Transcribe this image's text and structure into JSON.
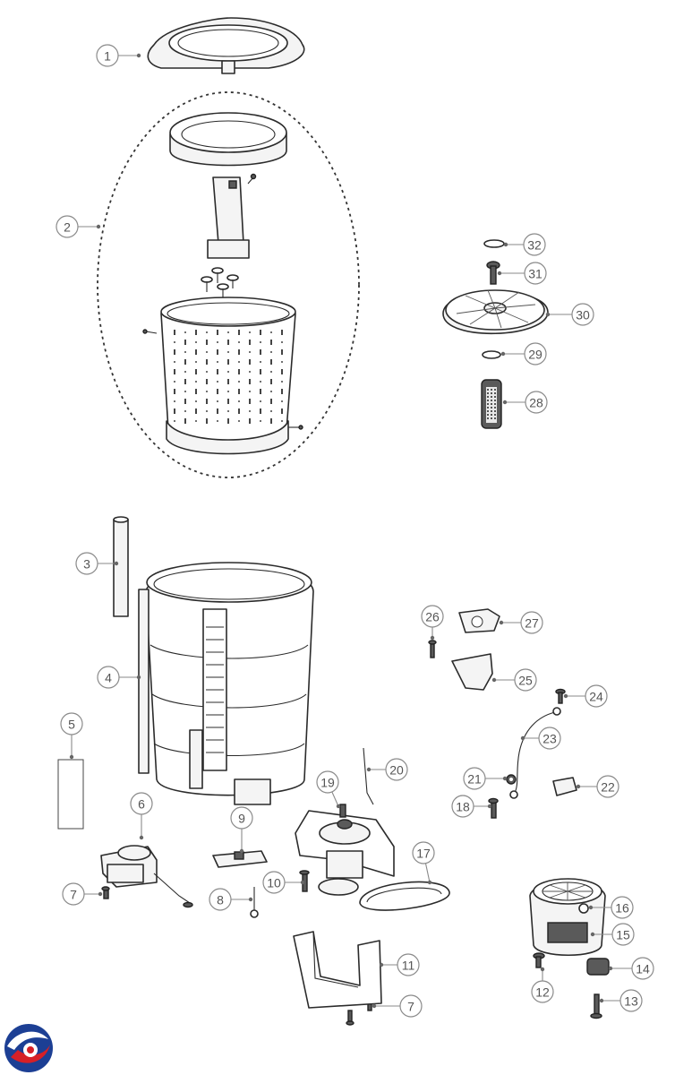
{
  "diagram": {
    "callouts": [
      {
        "label": "1"
      },
      {
        "label": "2"
      },
      {
        "label": "3"
      },
      {
        "label": "4"
      },
      {
        "label": "5"
      },
      {
        "label": "6"
      },
      {
        "label": "7"
      },
      {
        "label": "8"
      },
      {
        "label": "9"
      },
      {
        "label": "10"
      },
      {
        "label": "11"
      },
      {
        "label": "7"
      },
      {
        "label": "12"
      },
      {
        "label": "13"
      },
      {
        "label": "14"
      },
      {
        "label": "15"
      },
      {
        "label": "16"
      },
      {
        "label": "17"
      },
      {
        "label": "18"
      },
      {
        "label": "19"
      },
      {
        "label": "20"
      },
      {
        "label": "21"
      },
      {
        "label": "22"
      },
      {
        "label": "23"
      },
      {
        "label": "24"
      },
      {
        "label": "25"
      },
      {
        "label": "26"
      },
      {
        "label": "27"
      },
      {
        "label": "28"
      },
      {
        "label": "29"
      },
      {
        "label": "30"
      },
      {
        "label": "31"
      },
      {
        "label": "32"
      }
    ],
    "logo": {
      "icon": "brand-logo-icon",
      "colors": [
        "#1c3f94",
        "#d62027"
      ]
    }
  }
}
